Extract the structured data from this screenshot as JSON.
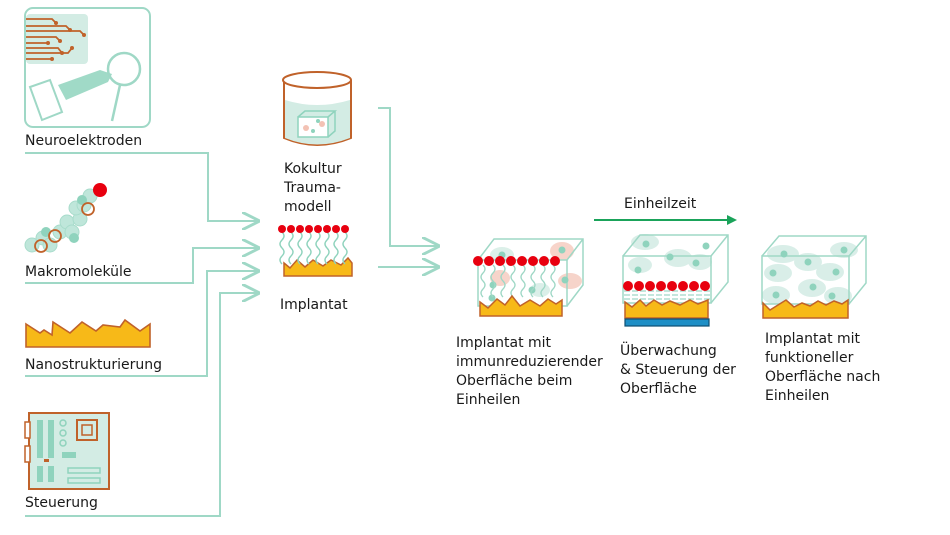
{
  "colors": {
    "line": "#9fd8c6",
    "mint": "#8fd3bd",
    "mint_light": "#d3ece4",
    "orange": "#c0622a",
    "gold": "#f7b918",
    "red": "#e8000f",
    "salmon": "#f3c2b4",
    "blue": "#1e8fc6",
    "green_arrow": "#1aa35a"
  },
  "inputs": [
    {
      "id": "neuroelektroden",
      "label": "Neuroelektroden",
      "icon": "neuroelectrode-icon"
    },
    {
      "id": "makromolekuele",
      "label": "Makromoleküle",
      "icon": "macromolecule-icon"
    },
    {
      "id": "nanostrukturierung",
      "label": "Nanostrukturierung",
      "icon": "nanostructure-icon"
    },
    {
      "id": "steuerung",
      "label": "Steuerung",
      "icon": "circuit-board-icon"
    }
  ],
  "middle": {
    "coculture_label": "Kokultur\nTrauma-\nmodell",
    "implant_label": "Implantat"
  },
  "timeline": {
    "label": "Einheilzeit"
  },
  "stages": [
    {
      "label": "Implantat mit\nimmunreduzierender\nOberfläche beim\nEinheilen"
    },
    {
      "label": "Überwachung\n& Steuerung der\nOberfläche"
    },
    {
      "label": "Implantat mit\nfunktioneller\nOberfläche nach\nEinheilen"
    }
  ]
}
